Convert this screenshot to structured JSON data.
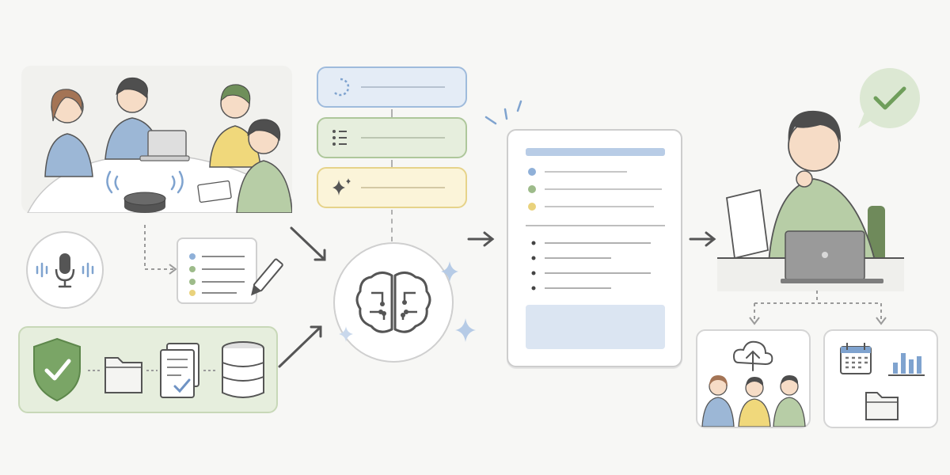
{
  "colors": {
    "background": "#f7f7f5",
    "accent_blue": "#8fb0d8",
    "accent_green": "#9dbb8a",
    "accent_yellow": "#e9d27c",
    "line_gray": "#bdbdbd",
    "dark": "#444444",
    "check_green": "#6f9e5b"
  },
  "stages": [
    {
      "id": "capture",
      "items": [
        "meeting-photo",
        "audio-recorder",
        "notes-checklist",
        "secure-data-panel"
      ]
    },
    {
      "id": "processing",
      "items": [
        "progress-step",
        "list-step",
        "sparkle-step",
        "ai-brain"
      ]
    },
    {
      "id": "output",
      "items": [
        "summary-document"
      ]
    },
    {
      "id": "review",
      "items": [
        "reviewer-desk",
        "approval-bubble",
        "share-with-team",
        "schedule-and-file"
      ]
    }
  ],
  "icons": [
    "smart-speaker-icon",
    "microphone-icon",
    "pen-icon",
    "shield-check-icon",
    "folder-icon",
    "document-check-icon",
    "database-icon",
    "loading-icon",
    "list-icon",
    "sparkle-icon",
    "brain-icon",
    "cloud-upload-icon",
    "calendar-icon",
    "bar-chart-icon",
    "check-icon",
    "laptop-icon"
  ]
}
